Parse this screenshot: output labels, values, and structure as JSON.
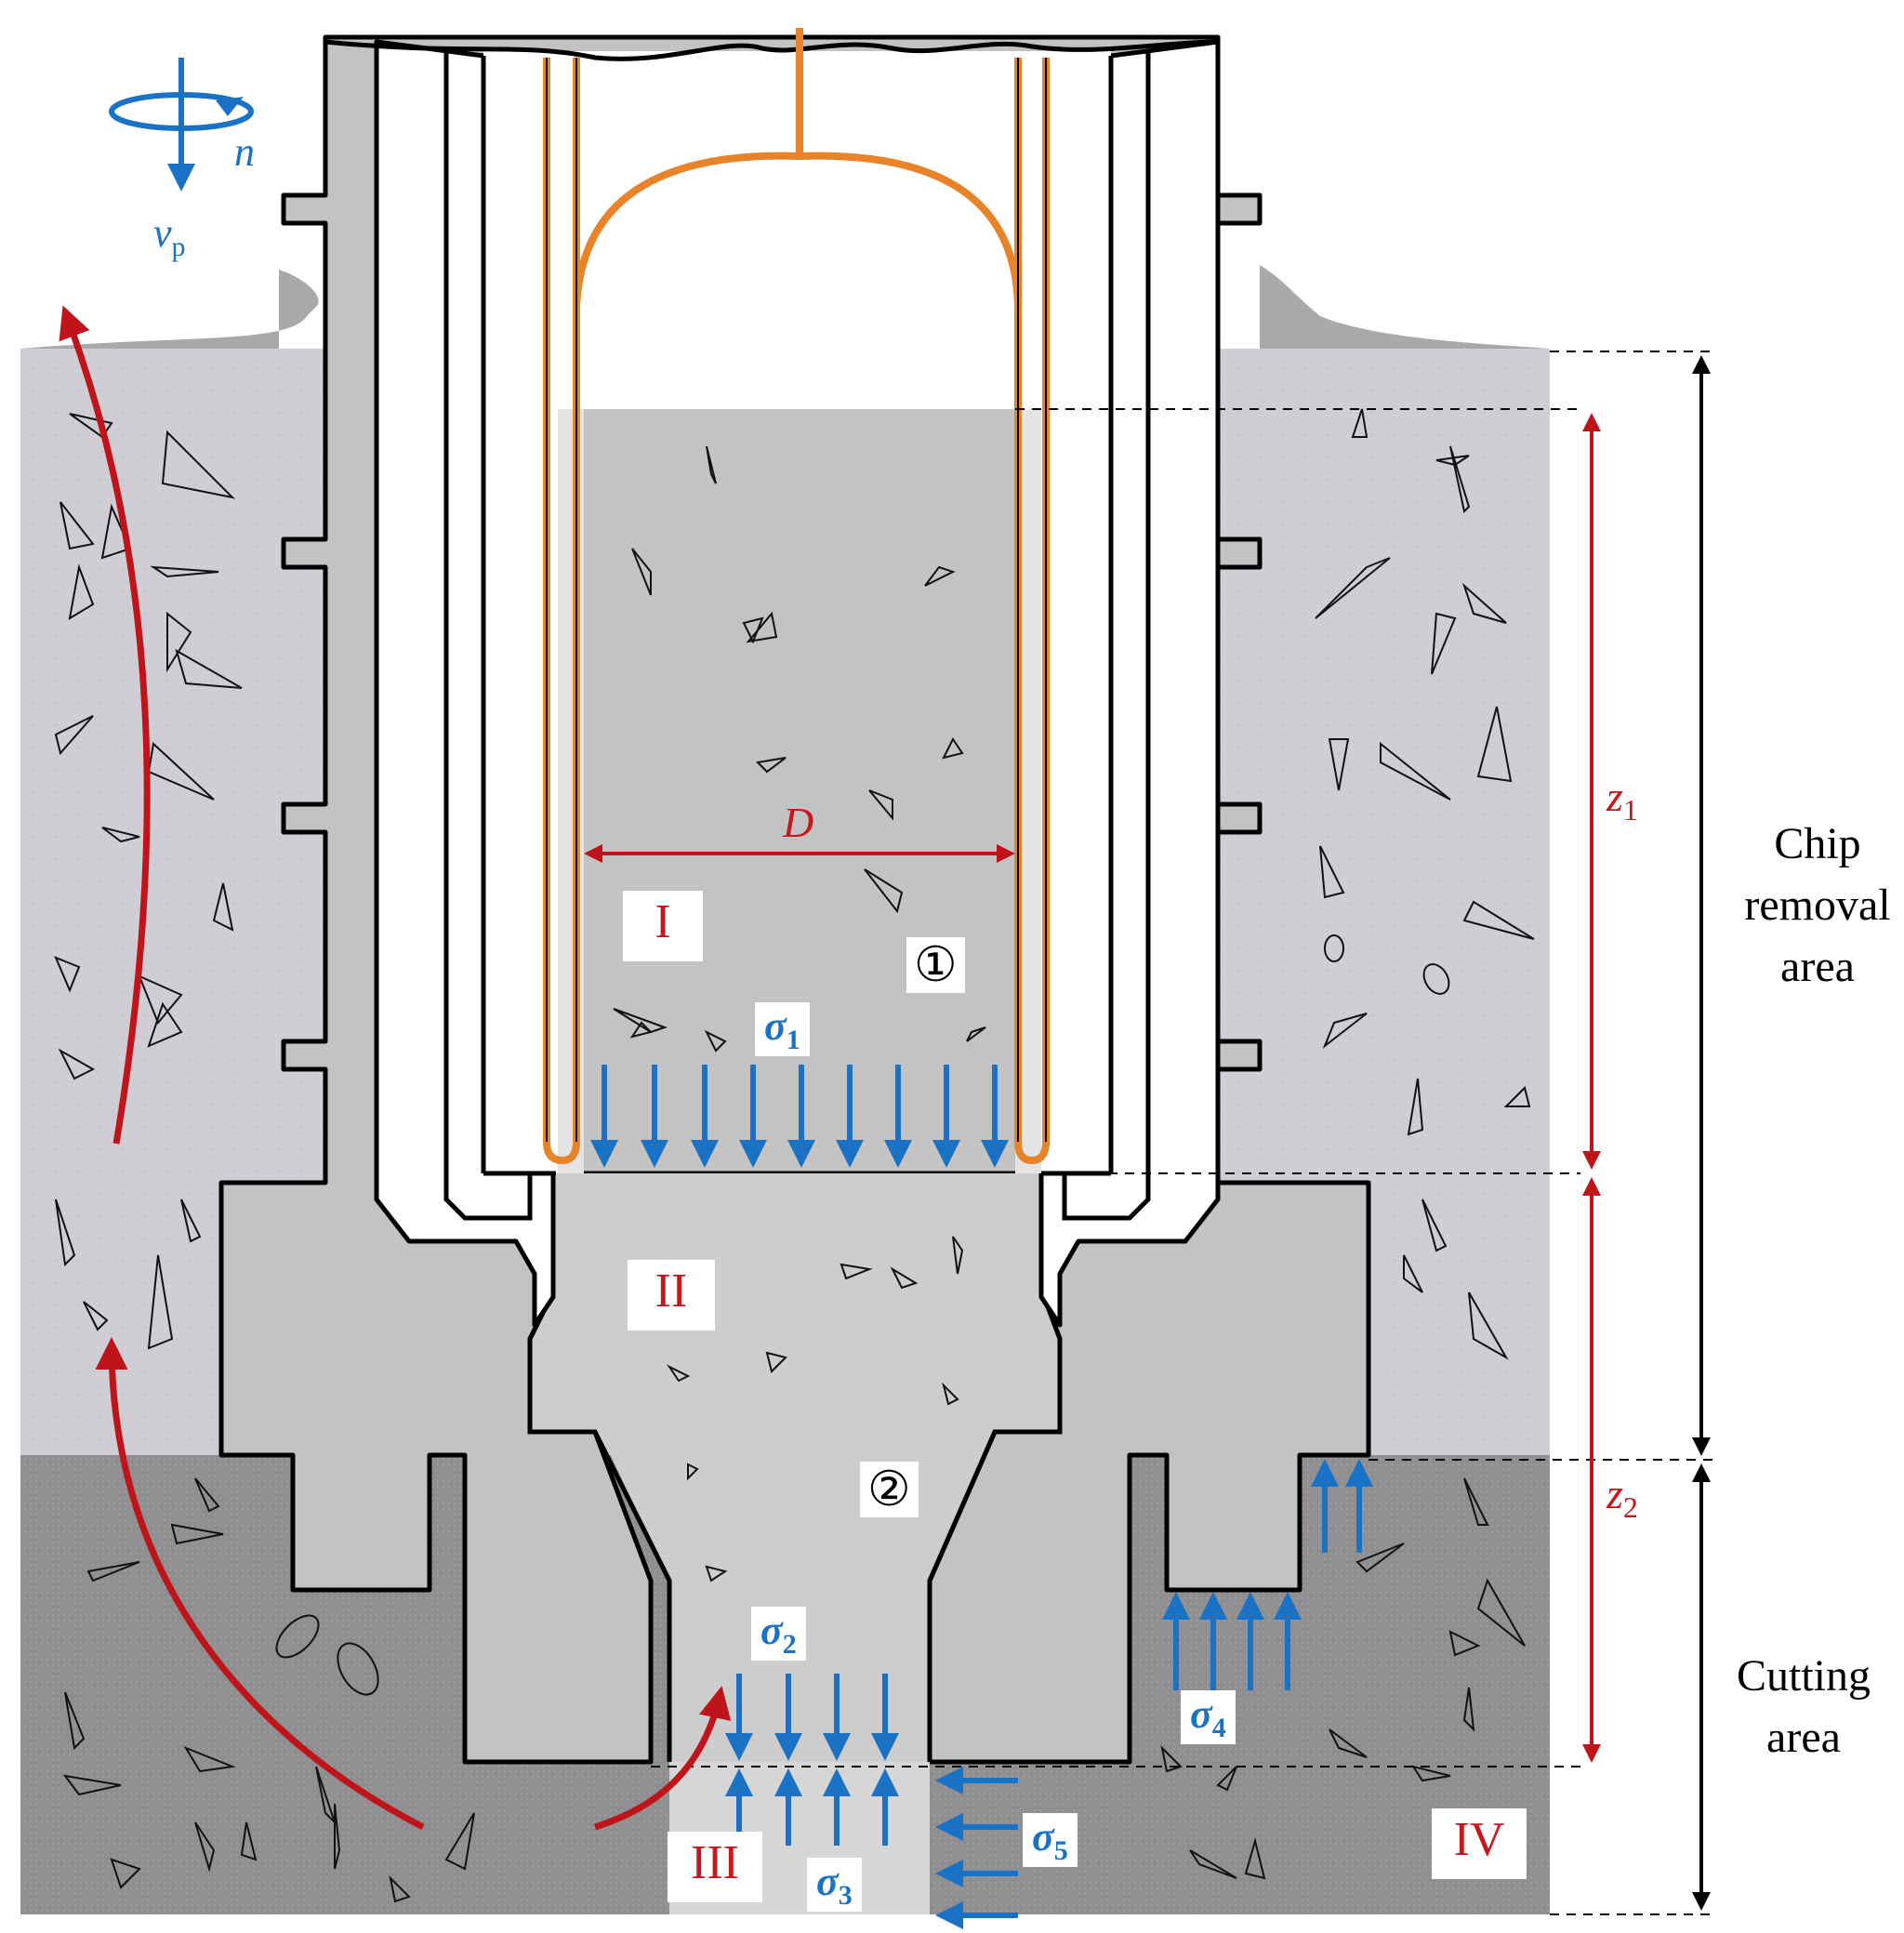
{
  "colors": {
    "upper_soil": "#cfcdd3",
    "lower_soil": "#8f8f91",
    "core_light": "#e4e4e4",
    "core_mid": "#cdcdcd",
    "bit_body": "#c3c3c3",
    "sampler_tube": "#e8832a",
    "stress_arrows": "#1a72c4",
    "flow_arrows": "#c0141b",
    "dimension_lines": "#c0141b",
    "outline": "#000000"
  },
  "labels": {
    "rotation": "n",
    "feed": "v",
    "feed_sub": "p",
    "diameter": "D",
    "z1": "z",
    "z1_sub": "1",
    "z2": "z",
    "z2_sub": "2",
    "chip_area": [
      "Chip",
      "removal",
      "area"
    ],
    "cutting_area": [
      "Cutting",
      "area"
    ]
  },
  "zones": {
    "I": "I",
    "II": "II",
    "III": "III",
    "IV": "IV",
    "circle1": "①",
    "circle2": "②"
  },
  "stresses": {
    "s1": "σ",
    "s1_sub": "1",
    "s2": "σ",
    "s2_sub": "2",
    "s3": "σ",
    "s3_sub": "3",
    "s4": "σ",
    "s4_sub": "4",
    "s5": "σ",
    "s5_sub": "5"
  },
  "icons": {
    "rotation": "rotation-arrow-icon",
    "feed": "feed-arrow-icon"
  }
}
